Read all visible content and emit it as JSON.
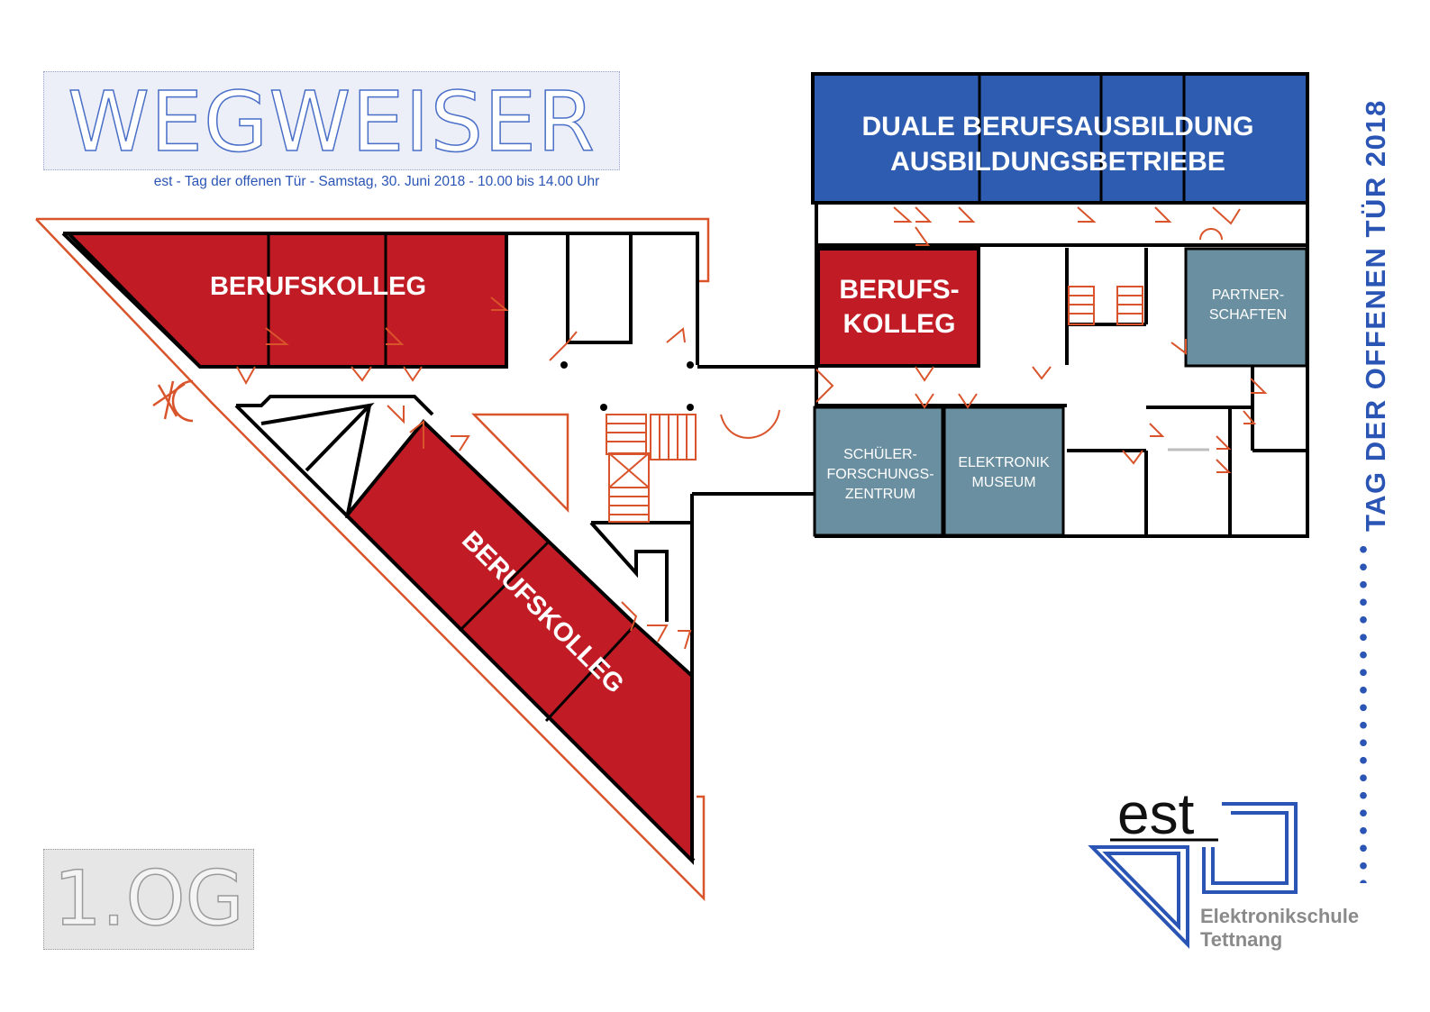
{
  "header": {
    "title": "WEGWEISER",
    "subtitle": "est - Tag der offenen Tür - Samstag, 30. Juni 2018 - 10.00 bis 14.00 Uhr"
  },
  "floor_label": "1.OG",
  "side_title": "TAG DER OFFENEN TÜR 2018",
  "rooms": {
    "duale_line1": "DUALE BERUFSAUSBILDUNG",
    "duale_line2": "AUSBILDUNGSBETRIEBE",
    "bk_top_left": "BERUFSKOLLEG",
    "bk_mid_line1": "BERUFS-",
    "bk_mid_line2": "KOLLEG",
    "bk_diagonal": "BERUFSKOLLEG",
    "partner_line1": "PARTNER-",
    "partner_line2": "SCHAFTEN",
    "sfz_line1": "SCHÜLER-",
    "sfz_line2": "FORSCHUNGS-",
    "sfz_line3": "ZENTRUM",
    "museum_line1": "ELEKTRONIK",
    "museum_line2": "MUSEUM"
  },
  "logo": {
    "abbr": "est",
    "name_line1": "Elektronikschule",
    "name_line2": "Tettnang"
  },
  "colors": {
    "berufskolleg": "#c11c26",
    "duale": "#2e5cb0",
    "gray_rooms": "#6a8fa0",
    "walls": "#000000",
    "doors": "#d9542b",
    "accent_blue": "#2a55b5"
  }
}
